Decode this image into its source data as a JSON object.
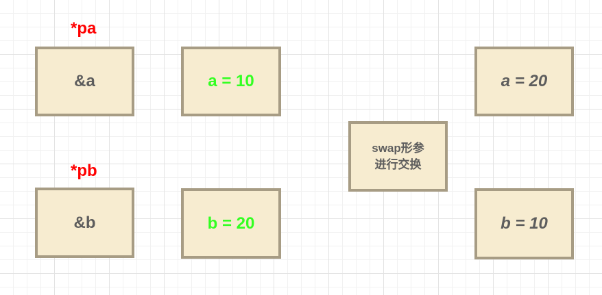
{
  "labels": {
    "pa": "*pa",
    "pb": "*pb"
  },
  "boxes": {
    "ref_a": "&a",
    "ref_b": "&b",
    "a_before": "a = 10",
    "b_before": "b = 20",
    "swap_line1": "swap形参",
    "swap_line2": "进行交换",
    "a_after": "a = 20",
    "b_after": "b = 10"
  },
  "colors": {
    "box_fill": "#f7ecd0",
    "box_border": "#a79c84",
    "value_text": "#33ff22",
    "pointer_label": "#ff0000",
    "text": "#5d5d5d"
  }
}
